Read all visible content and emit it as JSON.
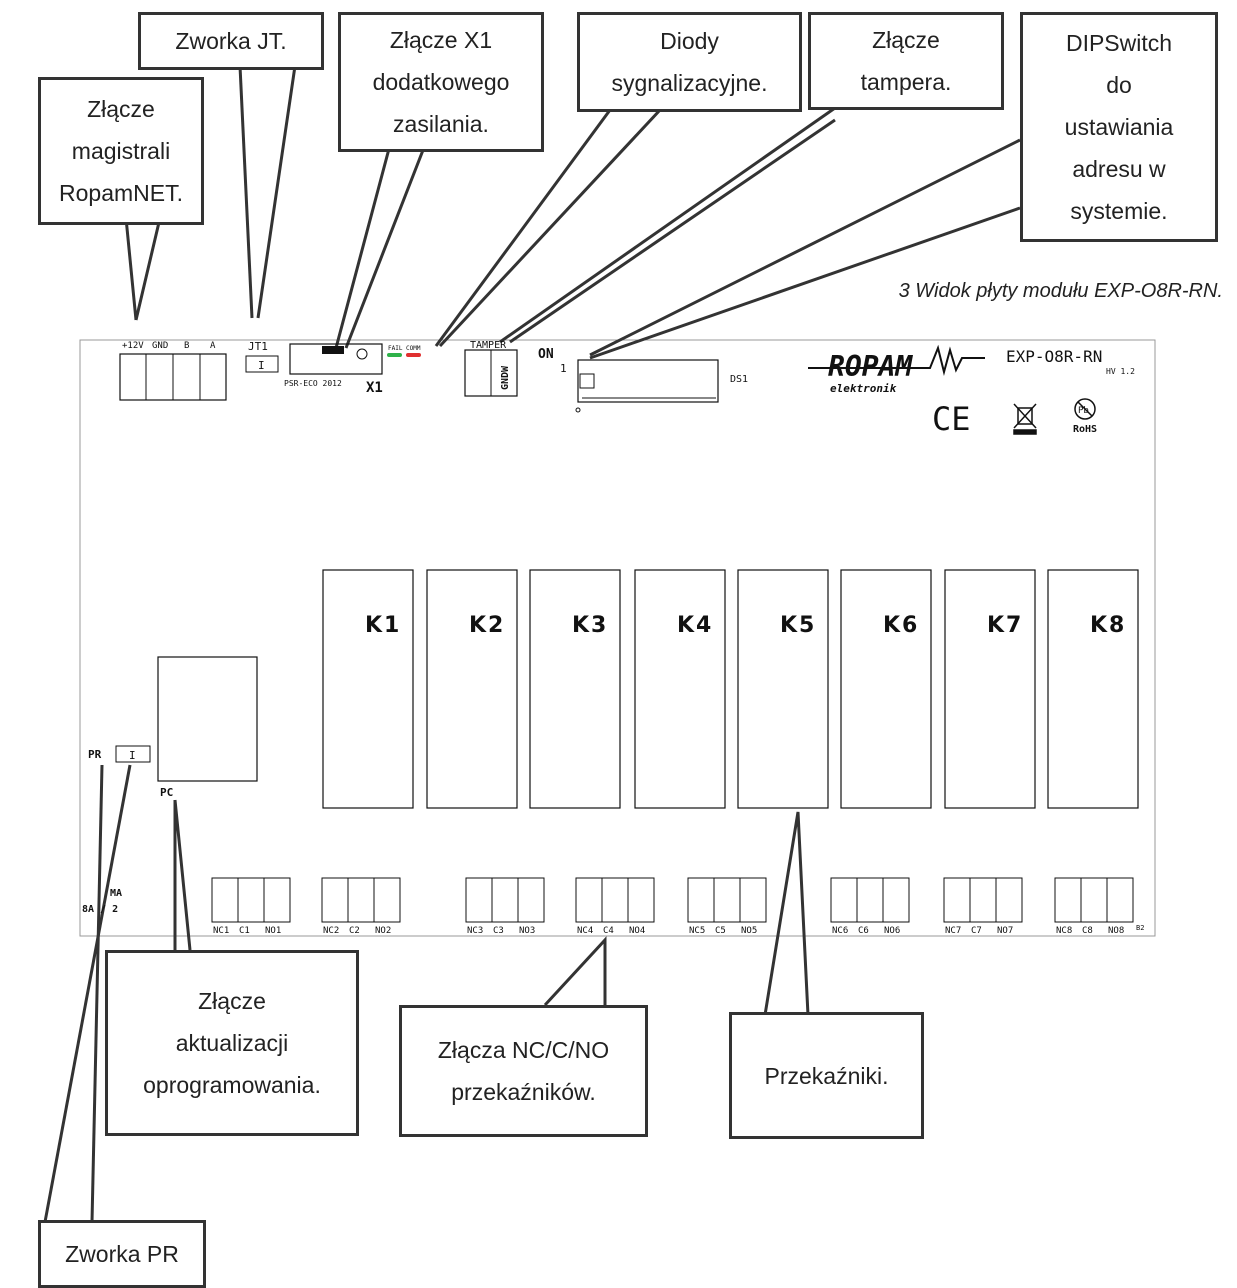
{
  "caption": "3 Widok płyty modułu EXP-O8R-RN.",
  "callouts": {
    "ropamnet": [
      "Złącze",
      "magistrali",
      "RopamNET."
    ],
    "jt": [
      "Zworka JT."
    ],
    "x1": [
      "Złącze X1",
      "dodatkowego",
      "zasilania."
    ],
    "diody": [
      "Diody",
      "sygnalizacyjne."
    ],
    "tamper": [
      "Złącze",
      "tampera."
    ],
    "dipswitch": [
      "DIPSwitch",
      "do",
      "ustawiania",
      "adresu w",
      "systemie."
    ],
    "aktualizacja": [
      "Złącze",
      "aktualizacji",
      "oprogramowania."
    ],
    "nc_c_no": [
      "Złącza NC/C/NO",
      "przekaźników."
    ],
    "przekazniki": [
      "Przekaźniki."
    ],
    "pr": [
      "Zworka PR"
    ]
  },
  "board": {
    "bus_pins": [
      "+12V",
      "GND",
      "B",
      "A"
    ],
    "jt_label": "JT1",
    "x1_label": "X1",
    "psr_label": "PSR-ECO 2012",
    "led_fail": "FAIL",
    "led_comm": "COMM",
    "tamper_label": "TAMPER",
    "tamper_pins": "GNDW",
    "on_label": "ON",
    "one_label": "1",
    "ds1_label": "DS1",
    "brand": "ROPAM",
    "brand_sub": "elektronik",
    "model": "EXP-O8R-RN",
    "hw": "HV 1.2",
    "ce": "CE",
    "rohs": "RoHS",
    "pb": "Pb",
    "pr_label": "PR",
    "pc_label": "PC",
    "ma_label": "MA",
    "ba_label": "8A / 2",
    "b2_label": "B2",
    "jumper_mark": "I",
    "relays": [
      "K1",
      "K2",
      "K3",
      "K4",
      "K5",
      "K6",
      "K7",
      "K8"
    ],
    "terminals": [
      [
        "NC1",
        "C1",
        "NO1"
      ],
      [
        "NC2",
        "C2",
        "NO2"
      ],
      [
        "NC3",
        "C3",
        "NO3"
      ],
      [
        "NC4",
        "C4",
        "NO4"
      ],
      [
        "NC5",
        "C5",
        "NO5"
      ],
      [
        "NC6",
        "C6",
        "NO6"
      ],
      [
        "NC7",
        "C7",
        "NO7"
      ],
      [
        "NC8",
        "C8",
        "NO8"
      ]
    ]
  },
  "colors": {
    "led_fail": "#2fb24a",
    "led_comm": "#e03030",
    "border": "#333333"
  }
}
